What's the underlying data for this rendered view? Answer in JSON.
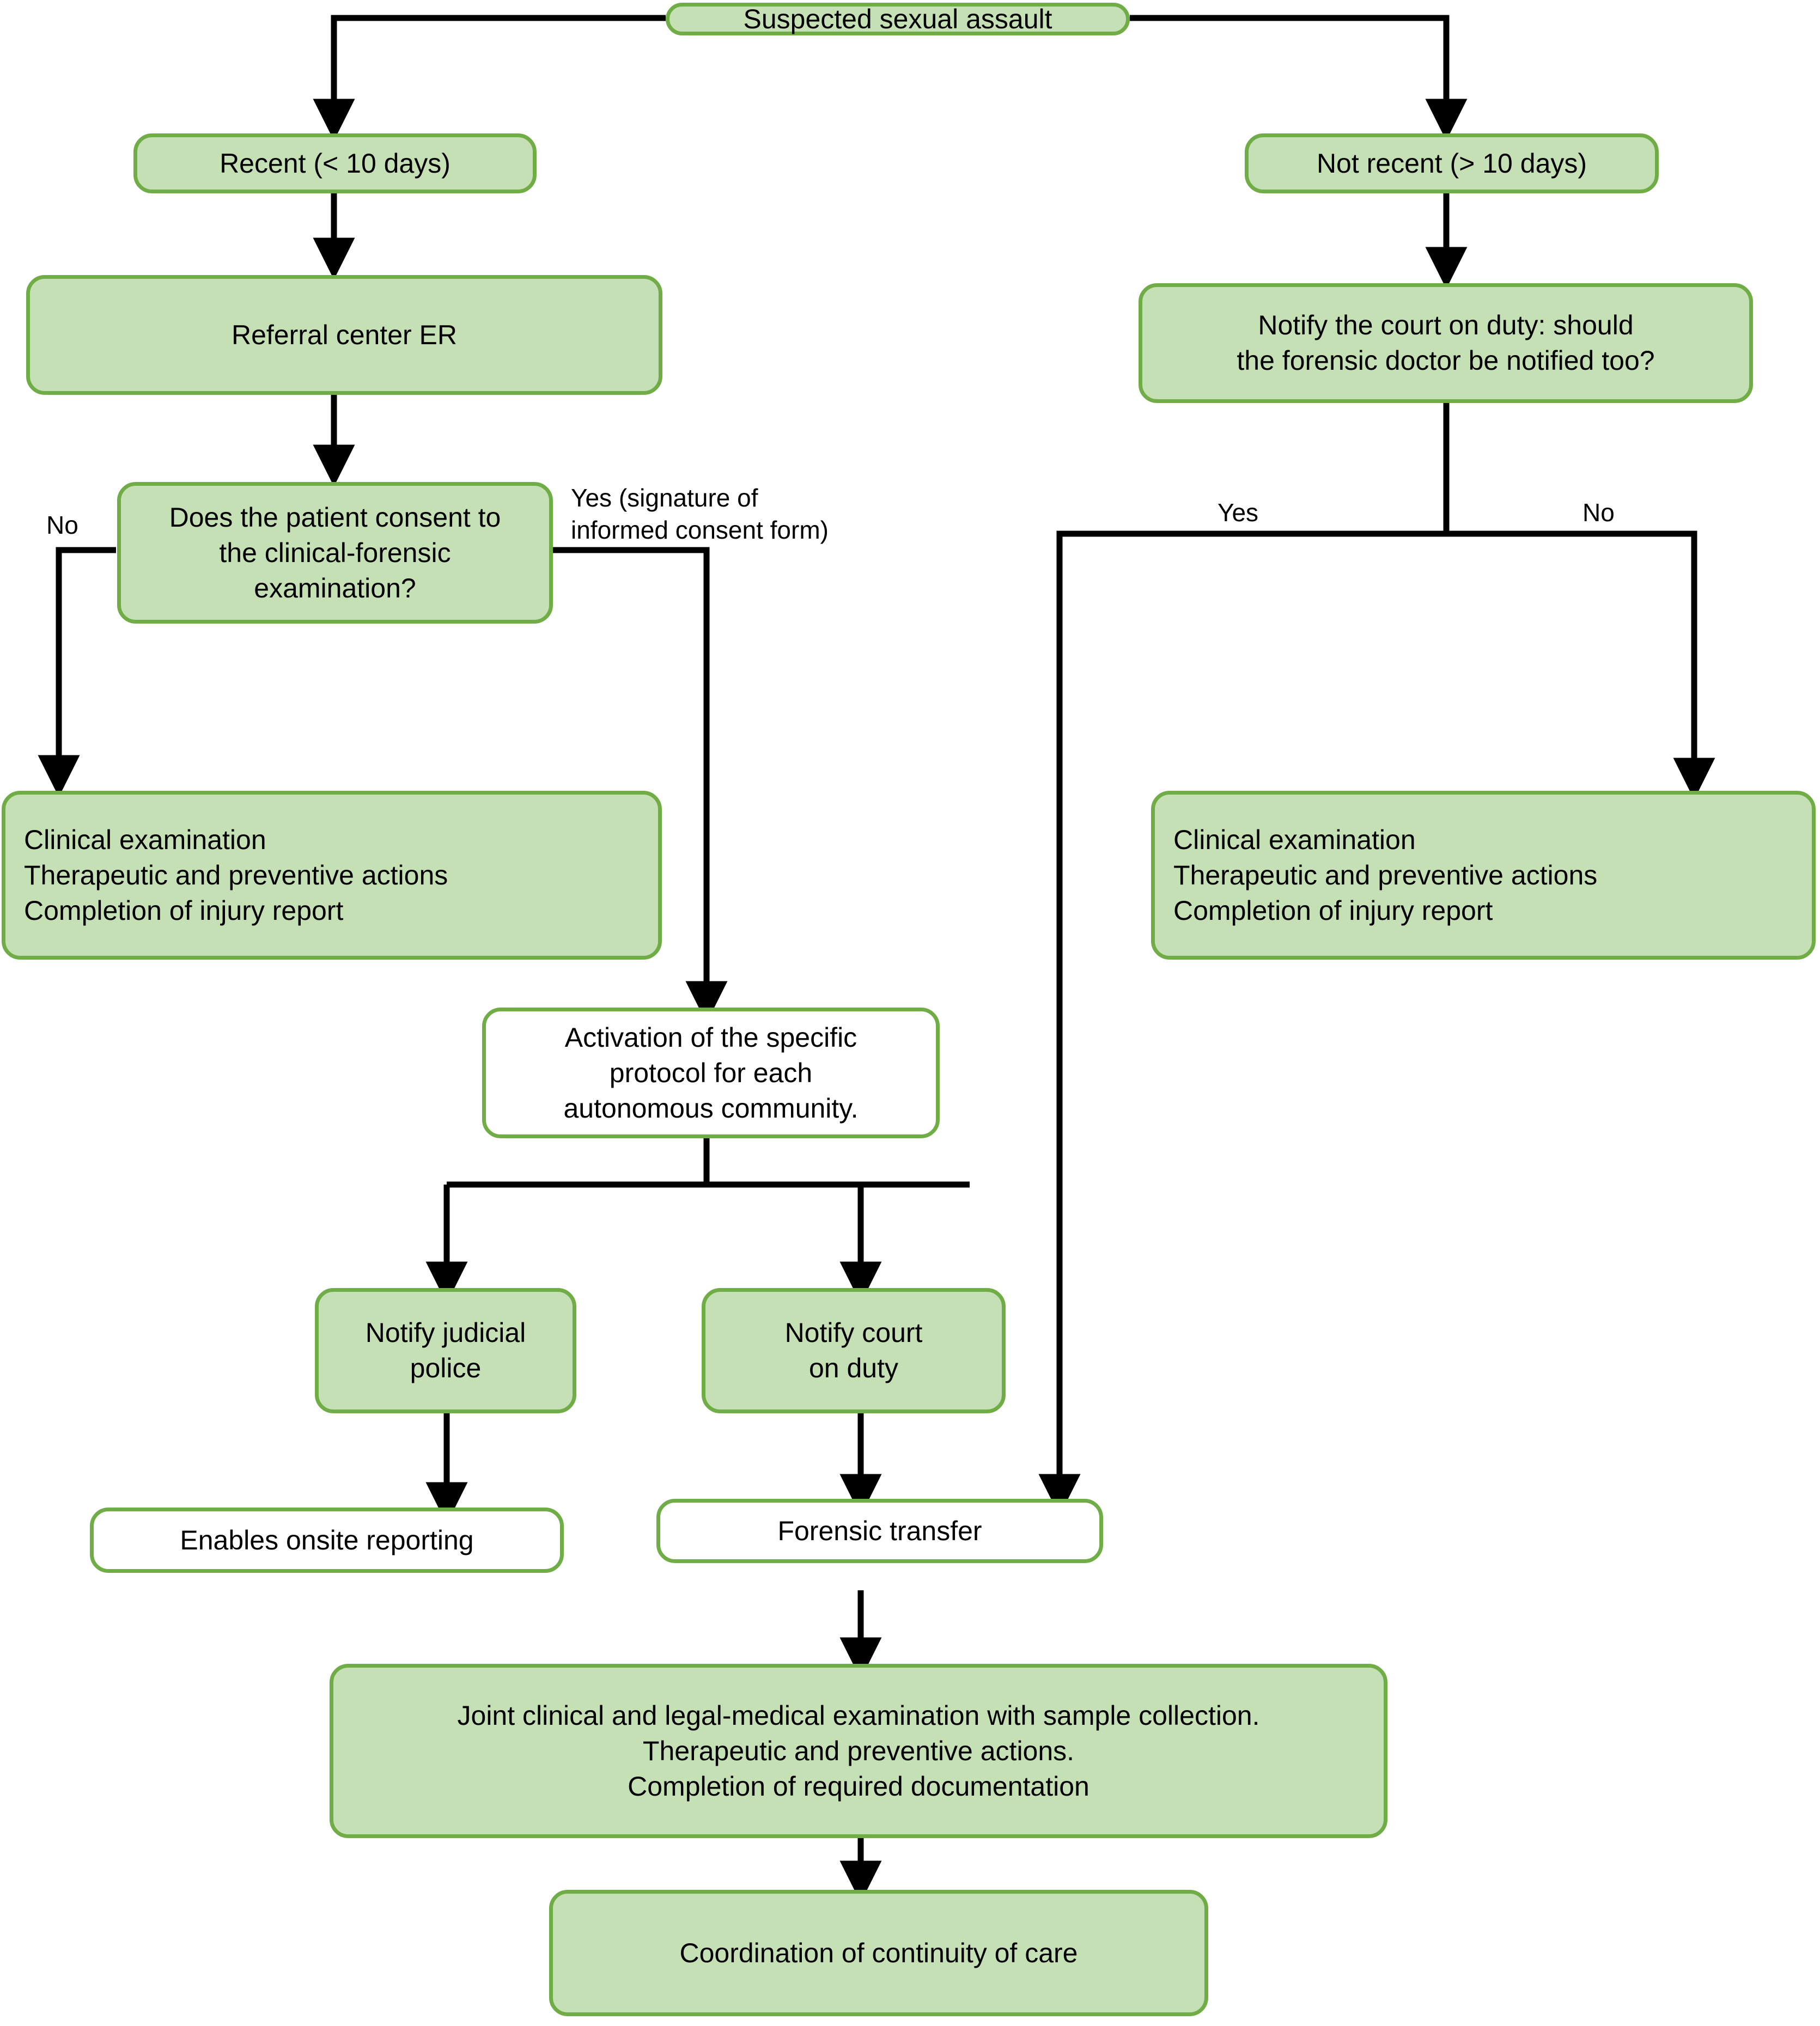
{
  "diagram": {
    "title": "Suspected sexual assault clinical-forensic pathway",
    "colors": {
      "node_fill_green": "#C5E0B4",
      "node_fill_white": "#FFFFFF",
      "node_border": "#70AD47",
      "connector": "#000000",
      "text": "#000000",
      "background": "#FFFFFF"
    },
    "nodes": [
      {
        "id": "root",
        "label": "Suspected sexual assault"
      },
      {
        "id": "recent",
        "label": "Recent (< 10 days)"
      },
      {
        "id": "not_recent",
        "label": "Not recent (> 10 days)"
      },
      {
        "id": "referral_er",
        "label": "Referral center ER"
      },
      {
        "id": "notify_court",
        "label": "Notify the court on duty: should\nthe forensic doctor be notified too?"
      },
      {
        "id": "consent",
        "label": "Does the patient consent to\nthe clinical-forensic\nexamination?"
      },
      {
        "id": "clinical_left",
        "label": "Clinical examination\nTherapeutic and preventive actions\nCompletion of injury report"
      },
      {
        "id": "clinical_right",
        "label": "Clinical examination\nTherapeutic and preventive actions\nCompletion of injury report"
      },
      {
        "id": "activation",
        "label": "Activation of the specific\nprotocol for each\nautonomous community."
      },
      {
        "id": "notify_police",
        "label": "Notify judicial\npolice"
      },
      {
        "id": "notify_court_duty",
        "label": "Notify court\non duty"
      },
      {
        "id": "onsite_reporting",
        "label": "Enables onsite reporting"
      },
      {
        "id": "forensic_transfer",
        "label": "Forensic transfer"
      },
      {
        "id": "joint_exam",
        "label": "Joint clinical and legal-medical examination with sample collection.\nTherapeutic and preventive actions.\nCompletion of required documentation"
      },
      {
        "id": "coordination",
        "label": "Coordination of continuity of care"
      }
    ],
    "edge_labels": {
      "consent_no": "No",
      "consent_yes": "Yes (signature of\ninformed consent form)",
      "court_yes": "Yes",
      "court_no": "No"
    }
  }
}
